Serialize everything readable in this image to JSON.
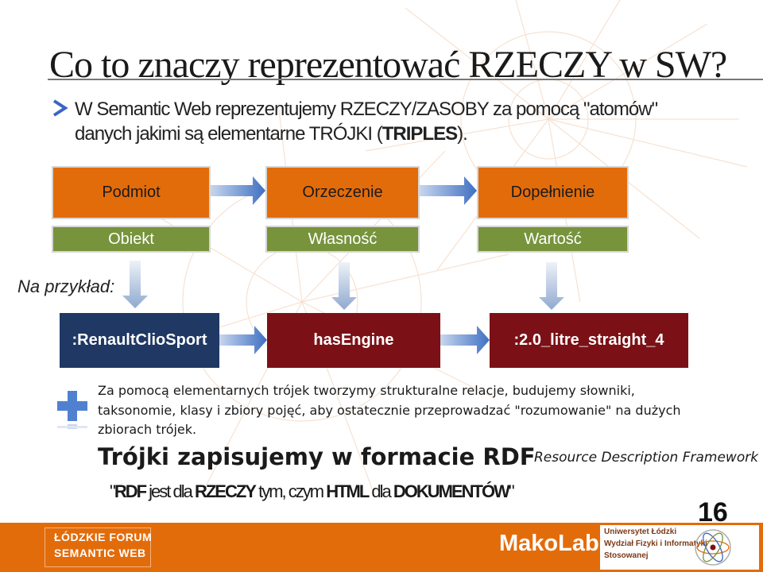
{
  "slide": {
    "title": "Co to znaczy reprezentować RZECZY w SW?",
    "bullet_line1": "W Semantic Web reprezentujemy RZECZY/ZASOBY za pomocą \"atomów\"",
    "bullet_line2_prefix": "danych jakimi są elementarne TRÓJKI (",
    "bullet_line2_bold": "TRIPLES",
    "bullet_line2_suffix": ")."
  },
  "diagram": {
    "row1": [
      "Podmiot",
      "Orzeczenie",
      "Dopełnienie"
    ],
    "row2": [
      "Obiekt",
      "Własność",
      "Wartość"
    ],
    "example_label": "Na przykład:",
    "example": [
      ":RenaultClioSport",
      "hasEngine",
      ":2.0_litre_straight_4"
    ]
  },
  "body": {
    "paragraph_line1": "Za pomocą elementarnych trójek tworzymy strukturalne relacje, budujemy słowniki,",
    "paragraph_line2": "taksonomie, klasy i zbiory pojęć, aby ostatecznie przeprowadzać \"rozumowanie\" na dużych",
    "paragraph_line3": "zbiorach trójek.",
    "headline": "Trójki zapisujemy w formacie RDF",
    "rdf_expansion": "Resource Description Framework",
    "quote_open": "\"",
    "quote_w1": "RDF",
    "quote_t1": " jest dla ",
    "quote_w2": "RZECZY",
    "quote_t2": " tym, czym ",
    "quote_w3": "HTML",
    "quote_t3": " dla ",
    "quote_w4": "DOKUMENTÓW",
    "quote_close": "\"",
    "page_number": "16"
  },
  "footer": {
    "forum_line1": "ŁÓDZKIE FORUM",
    "forum_line2": "SEMANTIC WEB",
    "sponsor": "MakoLab",
    "uni_line1": "Uniwersytet Łódzki",
    "uni_line2": "Wydział Fizyki i Informatyki",
    "uni_line3": "Stosowanej"
  },
  "colors": {
    "orange": "#e36c0a",
    "green": "#77933c",
    "navy": "#1f3864",
    "maroon": "#7b1116",
    "arrow_blue": "#4a7bd0"
  }
}
